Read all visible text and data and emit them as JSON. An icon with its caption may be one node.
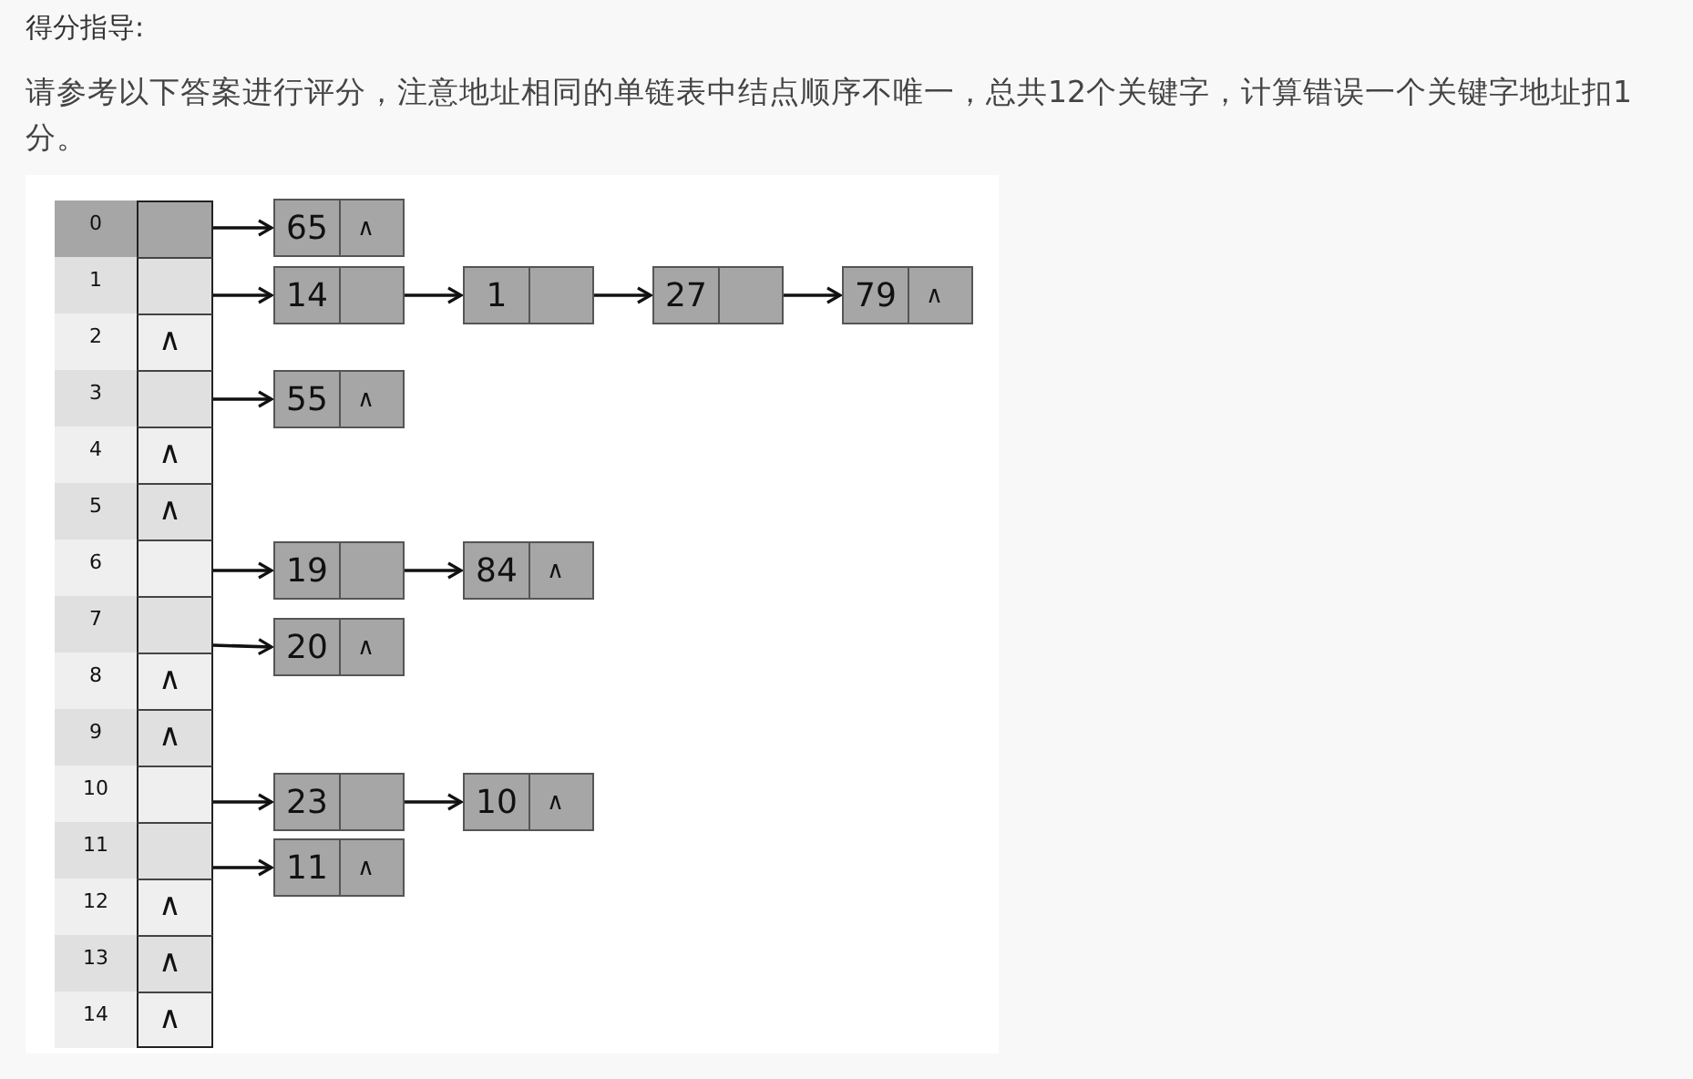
{
  "diagram": {
    "title": "得分指导:",
    "labels": [
      "请参考以下答案进行评分，注意地址相同的单链表中结点顺序不唯一，总共12个关键字，计算错误一个关键字地址扣1分。"
    ],
    "nodes": [
      {
        "text": [
          "0"
        ]
      },
      {
        "text": [
          "1"
        ]
      },
      {
        "text": [
          "2"
        ]
      },
      {
        "text": [
          "3"
        ]
      },
      {
        "text": [
          "4"
        ]
      },
      {
        "text": [
          "5"
        ]
      },
      {
        "text": [
          "6"
        ]
      },
      {
        "text": [
          "7"
        ]
      },
      {
        "text": [
          "8"
        ]
      },
      {
        "text": [
          "9"
        ]
      },
      {
        "text": [
          "10"
        ]
      },
      {
        "text": [
          "11"
        ]
      },
      {
        "text": [
          "12"
        ]
      },
      {
        "text": [
          "13"
        ]
      },
      {
        "text": [
          "14"
        ]
      },
      {
        "text": [],
        "shape": "box"
      },
      {
        "text": [],
        "shape": "box"
      },
      {
        "text": [
          "∧"
        ]
      },
      {
        "text": [],
        "shape": "box"
      },
      {
        "text": [
          "∧"
        ]
      },
      {
        "text": [
          "∧"
        ]
      },
      {
        "text": [],
        "shape": "box"
      },
      {
        "text": [],
        "shape": "box"
      },
      {
        "text": [
          "∧"
        ]
      },
      {
        "text": [
          "∧"
        ]
      },
      {
        "text": [],
        "shape": "box"
      },
      {
        "text": [],
        "shape": "box"
      },
      {
        "text": [
          "∧"
        ]
      },
      {
        "text": [
          "∧"
        ]
      },
      {
        "text": [
          "∧"
        ]
      },
      {
        "text": [
          "65",
          "∧"
        ]
      },
      {
        "text": [
          "14"
        ]
      },
      {
        "text": [
          "1"
        ]
      },
      {
        "text": [
          "27"
        ]
      },
      {
        "text": [
          "79",
          "∧"
        ]
      },
      {
        "text": [
          "55",
          "∧"
        ]
      },
      {
        "text": [
          "19"
        ]
      },
      {
        "text": [
          "84",
          "∧"
        ]
      },
      {
        "text": [
          "20",
          "∧"
        ]
      },
      {
        "text": [
          "23"
        ]
      },
      {
        "text": [
          "10",
          "∧"
        ]
      },
      {
        "text": [
          "11",
          "∧"
        ]
      }
    ],
    "edges": [
      {
        "from": 15,
        "to": 30,
        "arrow": "to"
      },
      {
        "from": 16,
        "to": 31,
        "arrow": "to"
      },
      {
        "from": 31,
        "to": 32,
        "arrow": "to"
      },
      {
        "from": 32,
        "to": 33,
        "arrow": "to"
      },
      {
        "from": 33,
        "to": 34,
        "arrow": "to"
      },
      {
        "from": 18,
        "to": 35,
        "arrow": "to"
      },
      {
        "from": 21,
        "to": 36,
        "arrow": "to"
      },
      {
        "from": 36,
        "to": 37,
        "arrow": "to"
      },
      {
        "from": 22,
        "to": 38,
        "arrow": "to"
      },
      {
        "from": 25,
        "to": 39,
        "arrow": "to"
      },
      {
        "from": 39,
        "to": 40,
        "arrow": "to"
      },
      {
        "from": 26,
        "to": 41,
        "arrow": "to"
      }
    ]
  }
}
